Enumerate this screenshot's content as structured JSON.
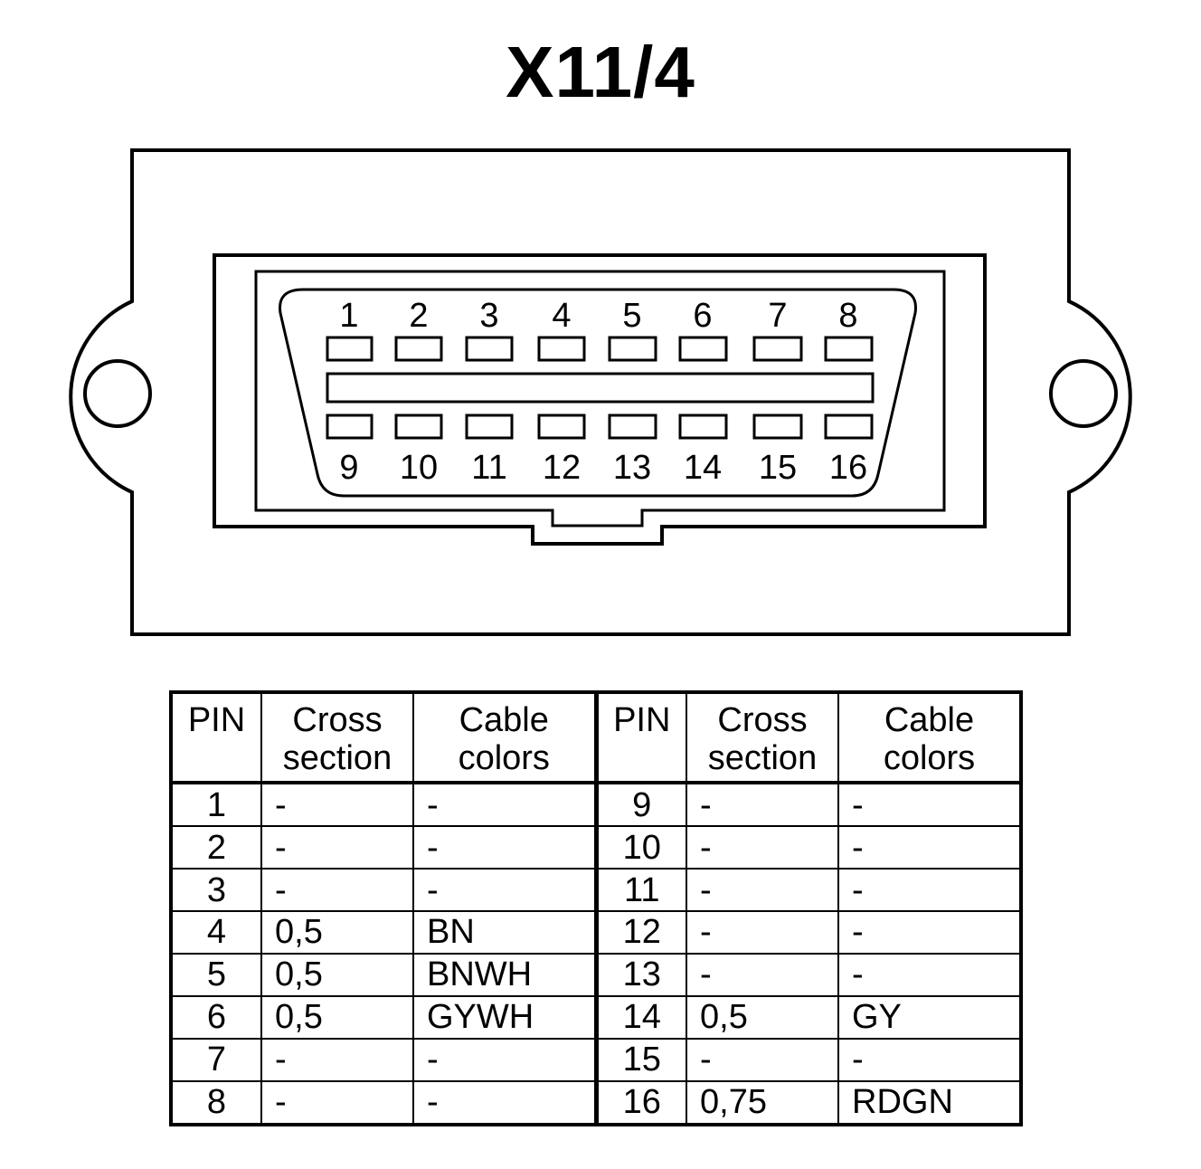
{
  "title": "X11/4",
  "connector": {
    "top_pins": [
      "1",
      "2",
      "3",
      "4",
      "5",
      "6",
      "7",
      "8"
    ],
    "bottom_pins": [
      "9",
      "10",
      "11",
      "12",
      "13",
      "14",
      "15",
      "16"
    ]
  },
  "table": {
    "headers": {
      "pin": "PIN",
      "cross_1": "Cross",
      "cross_2": "section",
      "color_1": "Cable",
      "color_2": "colors"
    },
    "rows": [
      {
        "pin_a": "1",
        "cs_a": "-",
        "col_a": "-",
        "pin_b": "9",
        "cs_b": "-",
        "col_b": "-"
      },
      {
        "pin_a": "2",
        "cs_a": "-",
        "col_a": "-",
        "pin_b": "10",
        "cs_b": "-",
        "col_b": "-"
      },
      {
        "pin_a": "3",
        "cs_a": "-",
        "col_a": "-",
        "pin_b": "11",
        "cs_b": "-",
        "col_b": "-"
      },
      {
        "pin_a": "4",
        "cs_a": "0,5",
        "col_a": "BN",
        "pin_b": "12",
        "cs_b": "-",
        "col_b": "-"
      },
      {
        "pin_a": "5",
        "cs_a": "0,5",
        "col_a": "BNWH",
        "pin_b": "13",
        "cs_b": "-",
        "col_b": "-"
      },
      {
        "pin_a": "6",
        "cs_a": "0,5",
        "col_a": "GYWH",
        "pin_b": "14",
        "cs_b": "0,5",
        "col_b": "GY"
      },
      {
        "pin_a": "7",
        "cs_a": "-",
        "col_a": "-",
        "pin_b": "15",
        "cs_b": "-",
        "col_b": "-"
      },
      {
        "pin_a": "8",
        "cs_a": "-",
        "col_a": "-",
        "pin_b": "16",
        "cs_b": "0,75",
        "col_b": "RDGN"
      }
    ]
  }
}
